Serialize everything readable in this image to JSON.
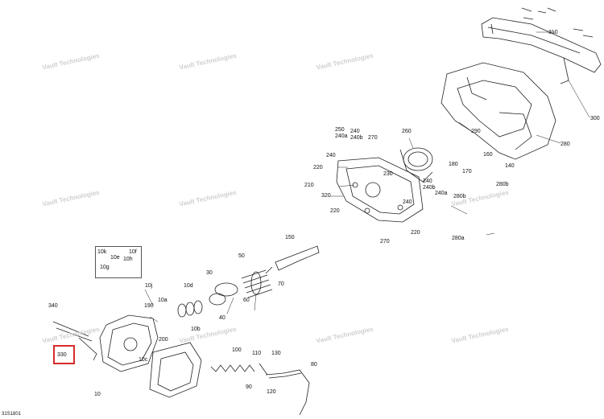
{
  "diagram": {
    "figure_id": "31S1801",
    "watermark": "Vault Technologies",
    "highlighted_part": "330",
    "labels": [
      {
        "id": "l310",
        "text": "310"
      },
      {
        "id": "l300",
        "text": "300"
      },
      {
        "id": "l280",
        "text": "280"
      },
      {
        "id": "l290",
        "text": "290"
      },
      {
        "id": "l250",
        "text": "250"
      },
      {
        "id": "l250a",
        "text": "240a"
      },
      {
        "id": "l240_1",
        "text": "240"
      },
      {
        "id": "l240b_1",
        "text": "240b"
      },
      {
        "id": "l270_1",
        "text": "270"
      },
      {
        "id": "l260",
        "text": "260"
      },
      {
        "id": "l240_2",
        "text": "240"
      },
      {
        "id": "l220_1",
        "text": "220"
      },
      {
        "id": "l230",
        "text": "230"
      },
      {
        "id": "l210",
        "text": "210"
      },
      {
        "id": "l320",
        "text": "320"
      },
      {
        "id": "l220_2",
        "text": "220"
      },
      {
        "id": "l240_3",
        "text": "240"
      },
      {
        "id": "l270_2",
        "text": "270"
      },
      {
        "id": "l220_3",
        "text": "220"
      },
      {
        "id": "l240_4",
        "text": "240"
      },
      {
        "id": "l240b_2",
        "text": "240b"
      },
      {
        "id": "l240a_2",
        "text": "240a"
      },
      {
        "id": "l280b_1",
        "text": "280b"
      },
      {
        "id": "l280b_2",
        "text": "280b"
      },
      {
        "id": "l280a",
        "text": "280a"
      },
      {
        "id": "l180",
        "text": "180"
      },
      {
        "id": "l170",
        "text": "170"
      },
      {
        "id": "l160",
        "text": "160"
      },
      {
        "id": "l140",
        "text": "140"
      },
      {
        "id": "l150",
        "text": "150"
      },
      {
        "id": "l50",
        "text": "50"
      },
      {
        "id": "l70",
        "text": "70"
      },
      {
        "id": "l30",
        "text": "30"
      },
      {
        "id": "l60",
        "text": "60"
      },
      {
        "id": "l40",
        "text": "40"
      },
      {
        "id": "l10d",
        "text": "10d"
      },
      {
        "id": "l10j",
        "text": "10j"
      },
      {
        "id": "l10a",
        "text": "10a"
      },
      {
        "id": "l190",
        "text": "190"
      },
      {
        "id": "l10b",
        "text": "10b"
      },
      {
        "id": "l200",
        "text": "200"
      },
      {
        "id": "l10c",
        "text": "10c"
      },
      {
        "id": "l10",
        "text": "10"
      },
      {
        "id": "l340",
        "text": "340"
      },
      {
        "id": "l10k",
        "text": "10k"
      },
      {
        "id": "l10e",
        "text": "10e"
      },
      {
        "id": "l10f",
        "text": "10f"
      },
      {
        "id": "l10h",
        "text": "10h"
      },
      {
        "id": "l10g",
        "text": "10g"
      },
      {
        "id": "l100",
        "text": "100"
      },
      {
        "id": "l110",
        "text": "110"
      },
      {
        "id": "l130",
        "text": "130"
      },
      {
        "id": "l80",
        "text": "80"
      },
      {
        "id": "l90",
        "text": "90"
      },
      {
        "id": "l120",
        "text": "120"
      }
    ]
  }
}
